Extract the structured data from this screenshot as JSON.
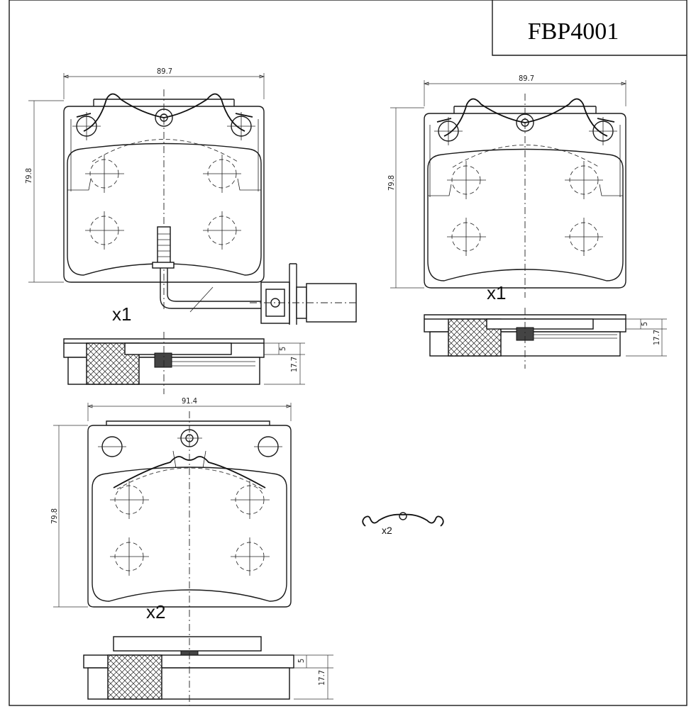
{
  "part_number": "FBP4001",
  "pad_a": {
    "width": "89.7",
    "height": "79.8",
    "quantity": "x1"
  },
  "pad_a_side": {
    "thickness_total": "17.7",
    "thickness_plate": "5"
  },
  "pad_b": {
    "width": "89.7",
    "height": "79.8",
    "quantity": "x1"
  },
  "pad_b_side": {
    "thickness_total": "17.7",
    "thickness_plate": "5"
  },
  "pad_c": {
    "width": "91.4",
    "height": "79.8",
    "quantity": "x2"
  },
  "pad_c_side": {
    "thickness_total": "17.7",
    "thickness_plate": "5"
  },
  "spring_clip": {
    "quantity": "x2"
  }
}
